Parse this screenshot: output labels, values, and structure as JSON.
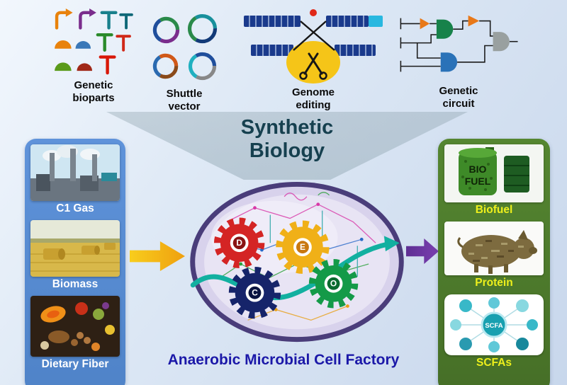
{
  "top": {
    "groups": [
      {
        "label": "Genetic bioparts"
      },
      {
        "label": "Shuttle vector"
      },
      {
        "label": "Genome editing"
      },
      {
        "label": "Genetic circuit"
      }
    ]
  },
  "funnel": {
    "title": "Synthetic Biology"
  },
  "left_panel": {
    "items": [
      {
        "label": "C1 Gas"
      },
      {
        "label": "Biomass"
      },
      {
        "label": "Dietary Fiber"
      }
    ]
  },
  "center": {
    "caption": "Anaerobic Microbial Cell Factory",
    "gears": [
      {
        "letter": "D"
      },
      {
        "letter": "E"
      },
      {
        "letter": "C"
      },
      {
        "letter": "O"
      }
    ]
  },
  "right_panel": {
    "items": [
      {
        "label": "Biofuel"
      },
      {
        "label": "Protein"
      },
      {
        "label": "SCFAs"
      }
    ],
    "biofuel_text": {
      "line1": "BIO",
      "line2": "FUEL"
    },
    "scfa_center": "SCFA"
  },
  "colors": {
    "background_start": "#f2f7fd",
    "background_end": "#c8d7ec",
    "left_panel": "#5b8fd6",
    "right_panel": "#4d7d2b",
    "input_arrow": "#f2b517",
    "output_arrow": "#5e2f93",
    "funnel_title": "#16404f",
    "caption": "#1b18a8",
    "left_label": "#ffffff",
    "right_label": "#eef01c"
  }
}
